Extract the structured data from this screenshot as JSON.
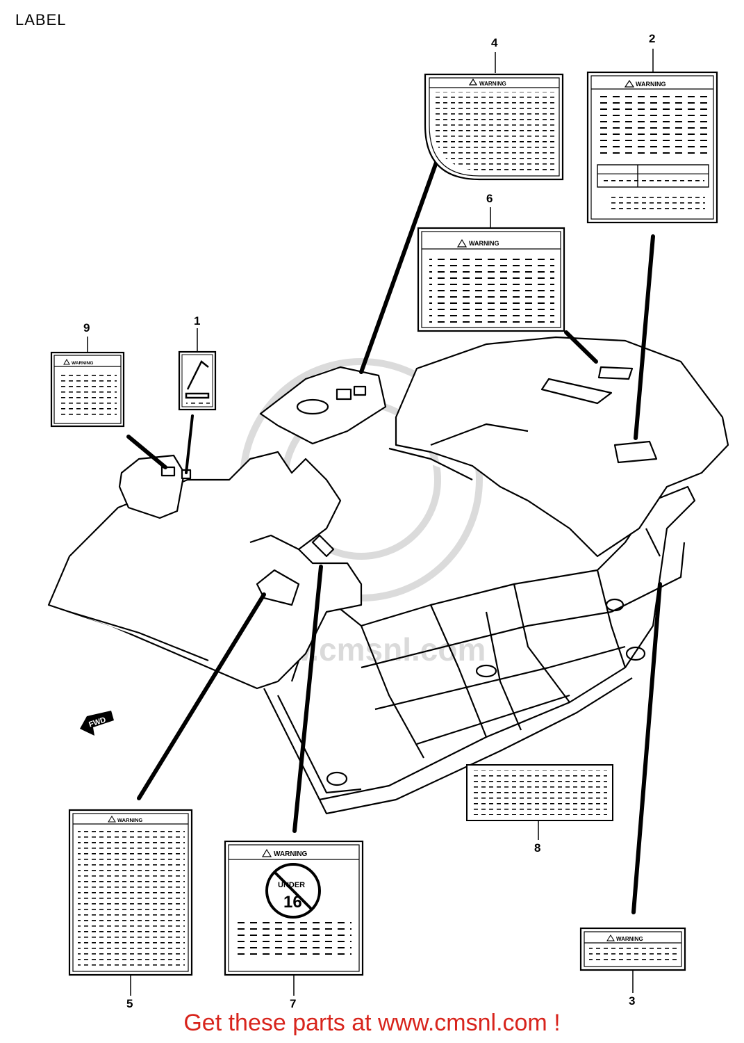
{
  "page": {
    "title": "LABEL"
  },
  "labels": {
    "warning_word": "WARNING",
    "under_text": "UNDER",
    "age_text": "16",
    "fwd_text": "FWD"
  },
  "parts": [
    {
      "ref": "1"
    },
    {
      "ref": "2"
    },
    {
      "ref": "3"
    },
    {
      "ref": "4"
    },
    {
      "ref": "5"
    },
    {
      "ref": "6"
    },
    {
      "ref": "7"
    },
    {
      "ref": "8"
    },
    {
      "ref": "9"
    }
  ],
  "watermark": "www.cmsnl.com",
  "footer": {
    "text": "Get these parts at www.cmsnl.com !"
  },
  "colors": {
    "footer": "#d8241c",
    "line": "#000000",
    "watermark": "#bdbdbd"
  }
}
